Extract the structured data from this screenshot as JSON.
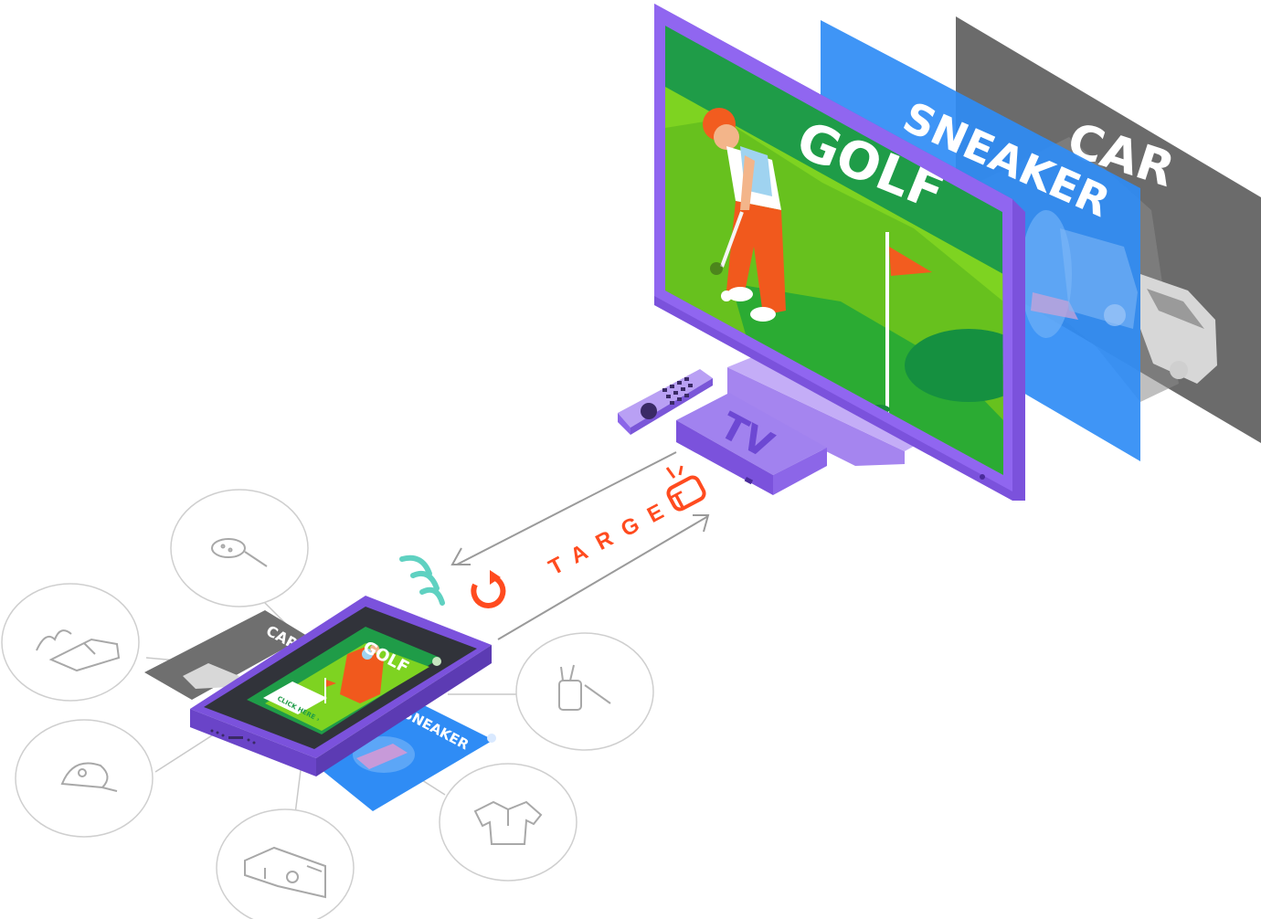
{
  "tv": {
    "screen_label": "GOLF",
    "box_label": "TV"
  },
  "ad_layers": {
    "layer_1_label": "SNEAKER",
    "layer_2_label": "CAR"
  },
  "target_link": {
    "label": "TARGET"
  },
  "phone": {
    "screen_label": "GOLF",
    "cta_label": "CLICK HERE ›",
    "card_car_label": "CAR",
    "card_sneaker_label": "SNEAKER"
  },
  "interest_icons": [
    "golf-ball-icon",
    "sneaker-fire-icon",
    "golf-bag-icon",
    "cap-icon",
    "polo-shirt-icon",
    "store-icon"
  ],
  "colors": {
    "tv_purple": "#8a63e6",
    "screen_green": "#1f9c48",
    "fairway_green": "#7ed321",
    "sneaker_blue": "#2f8cf5",
    "car_gray": "#6f6f6f",
    "target_orange": "#ff4b1f",
    "signal_teal": "#5fd1c1"
  }
}
